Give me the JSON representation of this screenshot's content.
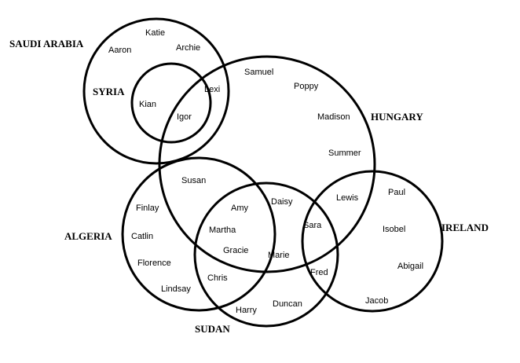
{
  "diagram": {
    "sets": [
      {
        "id": "saudi-arabia",
        "label": "SAUDI ARABIA"
      },
      {
        "id": "syria",
        "label": "SYRIA"
      },
      {
        "id": "hungary",
        "label": "HUNGARY"
      },
      {
        "id": "algeria",
        "label": "ALGERIA"
      },
      {
        "id": "sudan",
        "label": "SUDAN"
      },
      {
        "id": "ireland",
        "label": "IRELAND"
      }
    ],
    "members": [
      {
        "name": "Katie",
        "sets": [
          "saudi-arabia"
        ]
      },
      {
        "name": "Aaron",
        "sets": [
          "saudi-arabia"
        ]
      },
      {
        "name": "Archie",
        "sets": [
          "saudi-arabia"
        ]
      },
      {
        "name": "Kian",
        "sets": [
          "saudi-arabia",
          "syria"
        ]
      },
      {
        "name": "Lexi",
        "sets": [
          "saudi-arabia",
          "hungary"
        ]
      },
      {
        "name": "Igor",
        "sets": [
          "saudi-arabia",
          "syria",
          "hungary"
        ]
      },
      {
        "name": "Samuel",
        "sets": [
          "hungary"
        ]
      },
      {
        "name": "Poppy",
        "sets": [
          "hungary"
        ]
      },
      {
        "name": "Madison",
        "sets": [
          "hungary"
        ]
      },
      {
        "name": "Summer",
        "sets": [
          "hungary"
        ]
      },
      {
        "name": "Susan",
        "sets": [
          "hungary",
          "algeria"
        ]
      },
      {
        "name": "Daisy",
        "sets": [
          "hungary",
          "sudan"
        ]
      },
      {
        "name": "Lewis",
        "sets": [
          "hungary",
          "ireland"
        ]
      },
      {
        "name": "Amy",
        "sets": [
          "hungary",
          "algeria",
          "sudan"
        ]
      },
      {
        "name": "Martha",
        "sets": [
          "hungary",
          "algeria",
          "sudan"
        ]
      },
      {
        "name": "Gracie",
        "sets": [
          "hungary",
          "algeria",
          "sudan"
        ]
      },
      {
        "name": "Sara",
        "sets": [
          "hungary",
          "sudan",
          "ireland"
        ]
      },
      {
        "name": "Marie",
        "sets": [
          "hungary",
          "sudan"
        ]
      },
      {
        "name": "Finlay",
        "sets": [
          "algeria"
        ]
      },
      {
        "name": "Catlin",
        "sets": [
          "algeria"
        ]
      },
      {
        "name": "Florence",
        "sets": [
          "algeria"
        ]
      },
      {
        "name": "Lindsay",
        "sets": [
          "algeria"
        ]
      },
      {
        "name": "Chris",
        "sets": [
          "algeria",
          "sudan"
        ]
      },
      {
        "name": "Harry",
        "sets": [
          "sudan"
        ]
      },
      {
        "name": "Duncan",
        "sets": [
          "sudan"
        ]
      },
      {
        "name": "Fred",
        "sets": [
          "sudan",
          "ireland"
        ]
      },
      {
        "name": "Paul",
        "sets": [
          "ireland"
        ]
      },
      {
        "name": "Isobel",
        "sets": [
          "ireland"
        ]
      },
      {
        "name": "Abigail",
        "sets": [
          "ireland"
        ]
      },
      {
        "name": "Jacob",
        "sets": [
          "ireland"
        ]
      }
    ]
  }
}
